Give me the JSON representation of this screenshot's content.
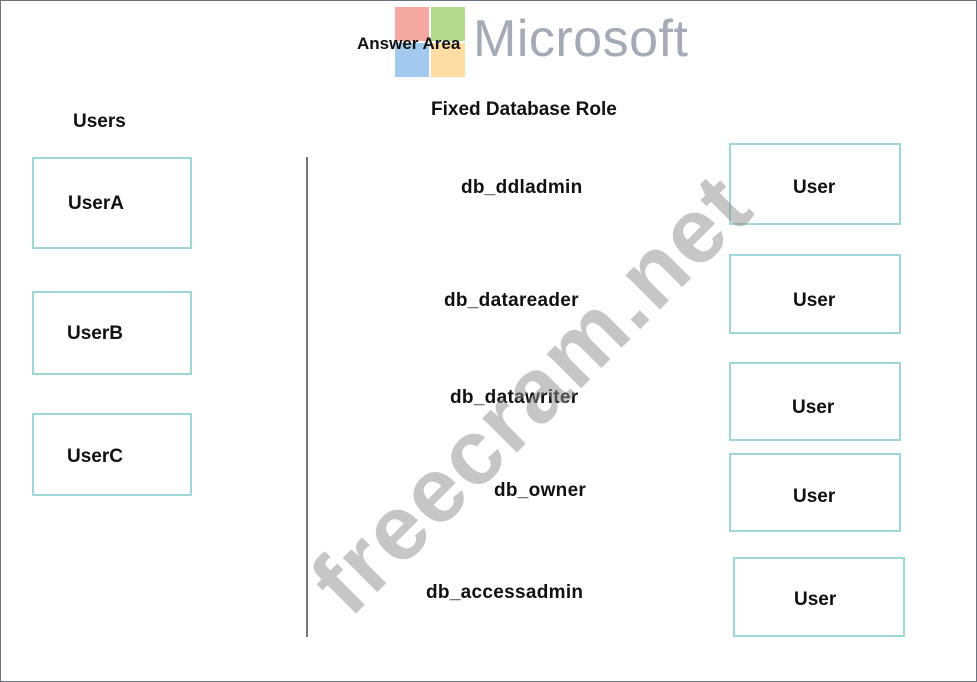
{
  "header": {
    "answer_area": "Answer Area",
    "brand": "Microsoft"
  },
  "users_panel": {
    "title": "Users",
    "items": [
      "UserA",
      "UserB",
      "UserC"
    ]
  },
  "roles_panel": {
    "title": "Fixed Database Role",
    "roles": [
      {
        "role": "db_ddladmin",
        "target": "User"
      },
      {
        "role": "db_datareader",
        "target": "User"
      },
      {
        "role": "db_datawriter",
        "target": "User"
      },
      {
        "role": "db_owner",
        "target": "User"
      },
      {
        "role": "db_accessadmin",
        "target": "User"
      }
    ]
  },
  "watermark": "freecram.net",
  "colors": {
    "box_border": "#9fd6d8",
    "logo_red": "#f25022",
    "logo_green": "#7fba00",
    "logo_blue": "#00a4ef",
    "logo_yellow": "#ffb900"
  }
}
